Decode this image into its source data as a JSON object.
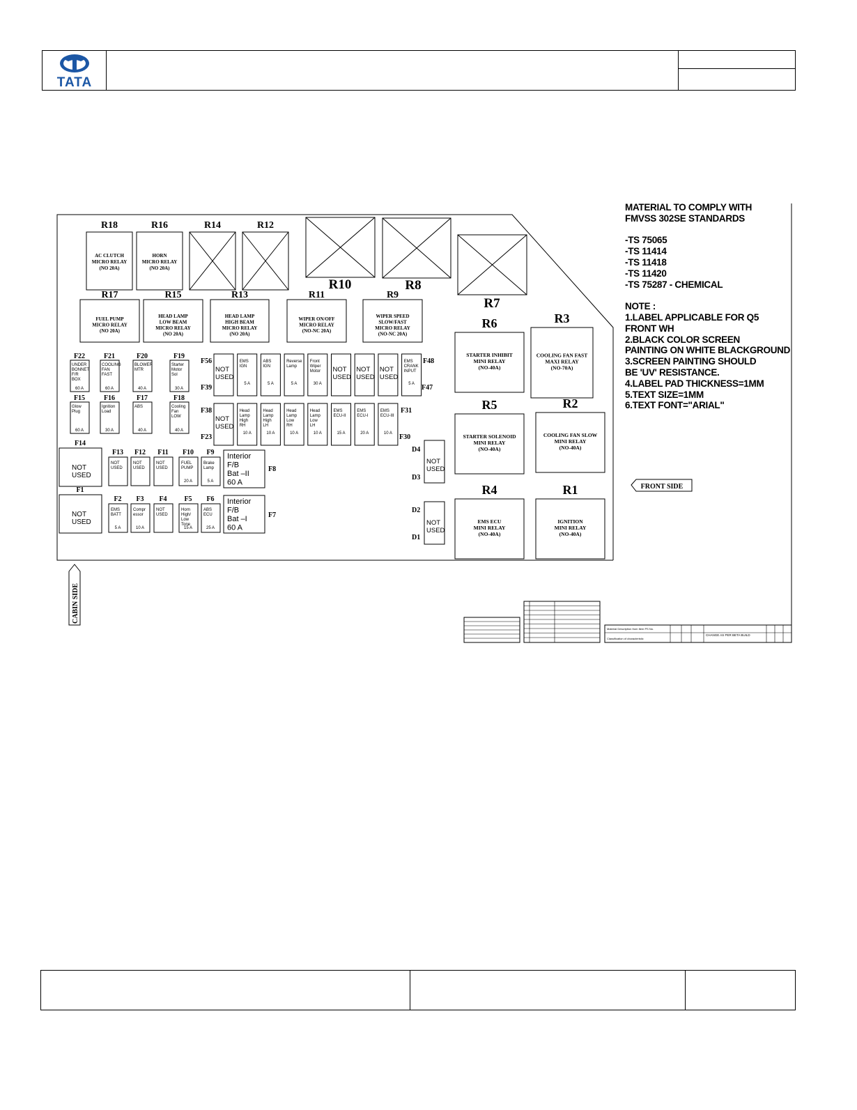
{
  "header": {
    "logo_text": "TATA"
  },
  "relays_top": [
    {
      "id": "R18",
      "label": [
        "AC CLUTCH",
        "MICRO RELAY",
        "(NO 20A)"
      ]
    },
    {
      "id": "R16",
      "label": [
        "HORN",
        "MICRO RELAY",
        "(NO 20A)"
      ]
    },
    {
      "id": "R14",
      "label": []
    },
    {
      "id": "R12",
      "label": []
    }
  ],
  "relays_big_empty": [
    "R10",
    "R8",
    "R7"
  ],
  "relays_row2": [
    {
      "id": "R17",
      "label": [
        "FUEL PUMP",
        "MICRO RELAY",
        "(NO 20A)"
      ]
    },
    {
      "id": "R15",
      "label": [
        "HEAD LAMP",
        "LOW BEAM",
        "MICRO RELAY",
        "(NO 20A)"
      ]
    },
    {
      "id": "R13",
      "label": [
        "HEAD LAMP",
        "HIGH BEAM",
        "MICRO RELAY",
        "(NO 20A)"
      ]
    },
    {
      "id": "R11",
      "label": [
        "WIPER ON/OFF",
        "MICRO RELAY",
        "(NO-NC 20A)"
      ]
    },
    {
      "id": "R9",
      "label": [
        "WIPER SPEED",
        "SLOW/FAST",
        "MICRO RELAY",
        "(NO-NC 20A)"
      ]
    }
  ],
  "relays_right": [
    {
      "id": "R6",
      "label": [
        "STARTER INHIBIT",
        "MINI RELAY",
        "(NO-40A)"
      ]
    },
    {
      "id": "R3",
      "label": [
        "COOLING FAN FAST",
        "MAXI RELAY",
        "(NO-70A)"
      ]
    },
    {
      "id": "R5",
      "label": [
        "STARTER SOLENOID",
        "MINI RELAY",
        "(NO-40A)"
      ]
    },
    {
      "id": "R2",
      "label": [
        "COOLING FAN SLOW",
        "MINI RELAY",
        "(NO-40A)"
      ]
    },
    {
      "id": "R4",
      "label": [
        "EMS ECU",
        "MINI RELAY",
        "(NO-40A)"
      ]
    },
    {
      "id": "R1",
      "label": [
        "IGNITION",
        "MINI RELAY",
        "(NO-40A)"
      ]
    }
  ],
  "fuses_left_row1": [
    {
      "id": "F22",
      "label": [
        "UNDER",
        "BONNET",
        "F/R",
        "BOX"
      ],
      "rating": "60 A"
    },
    {
      "id": "F21",
      "label": [
        "COOLING",
        "FAN",
        "FAST"
      ],
      "rating": "60 A"
    },
    {
      "id": "F20",
      "label": [
        "BLOWER",
        "MTR"
      ],
      "rating": "40 A"
    },
    {
      "id": "F19",
      "label": [
        "Starter",
        "Motor",
        "Sol"
      ],
      "rating": "30 A"
    }
  ],
  "fuses_left_row2": [
    {
      "id": "F15",
      "label": [
        "Glow",
        "Plug"
      ],
      "rating": "60 A"
    },
    {
      "id": "F16",
      "label": [
        "Ignition",
        "Load"
      ],
      "rating": "30 A"
    },
    {
      "id": "F17",
      "label": [
        "ABS"
      ],
      "rating": "40 A"
    },
    {
      "id": "F18",
      "label": [
        "Cooling",
        "Fan",
        "LOW"
      ],
      "rating": "40 A"
    }
  ],
  "fuses_mid_row1": [
    {
      "label": [
        "NOT",
        "USED"
      ],
      "rating": ""
    },
    {
      "label": [
        "EMS",
        "IGN"
      ],
      "rating": "5 A"
    },
    {
      "label": [
        "ABS",
        "IGN"
      ],
      "rating": "5 A"
    },
    {
      "label": [
        "Reverse",
        "Lamp"
      ],
      "rating": "5 A"
    },
    {
      "label": [
        "Front",
        "Wiper",
        "Motor"
      ],
      "rating": "30 A"
    },
    {
      "label": [
        "NOT",
        "USED"
      ],
      "rating": ""
    },
    {
      "label": [
        "NOT",
        "USED"
      ],
      "rating": ""
    },
    {
      "label": [
        "NOT",
        "USED"
      ],
      "rating": ""
    },
    {
      "label": [
        "EMS",
        "CRANK",
        "INPUT"
      ],
      "rating": "5 A"
    }
  ],
  "fuses_mid_row2": [
    {
      "label": [
        "NOT",
        "USED"
      ],
      "rating": ""
    },
    {
      "label": [
        "Head",
        "Lamp",
        "High",
        "RH"
      ],
      "rating": "10 A"
    },
    {
      "label": [
        "Head",
        "Lamp",
        "High",
        "LH"
      ],
      "rating": "10 A"
    },
    {
      "label": [
        "Head",
        "Lamp",
        "Low",
        "RH"
      ],
      "rating": "10 A"
    },
    {
      "label": [
        "Head",
        "Lamp",
        "Low",
        "LH"
      ],
      "rating": "10 A"
    },
    {
      "label": [
        "EMS",
        "ECU-II"
      ],
      "rating": "15 A"
    },
    {
      "label": [
        "EMS",
        "ECU-I"
      ],
      "rating": "20 A"
    },
    {
      "label": [
        "EMS",
        "ECU-III"
      ],
      "rating": "10 A"
    }
  ],
  "fuse_range_labels": {
    "r1_left": "F56",
    "r1_left_bottom": "F39",
    "r1_right": "F48",
    "r1_right_bottom": "F47",
    "r2_left": "F38",
    "r2_left_bottom": "F23",
    "r2_right": "F31",
    "r2_right_bottom": "F30"
  },
  "fuses_bottom_row1": [
    {
      "id": "F14",
      "label": [
        "NOT",
        "USED"
      ],
      "rating": ""
    },
    {
      "id": "F13",
      "label": [
        "NOT",
        "USED"
      ],
      "rating": ""
    },
    {
      "id": "F12",
      "label": [
        "NOT",
        "USED"
      ],
      "rating": ""
    },
    {
      "id": "F11",
      "label": [
        "NOT",
        "USED"
      ],
      "rating": ""
    },
    {
      "id": "F10",
      "label": [
        "FUEL",
        "PUMP"
      ],
      "rating": "20 A"
    },
    {
      "id": "F9",
      "label": [
        "Brake",
        "Lamp"
      ],
      "rating": "5 A"
    }
  ],
  "fuses_bottom_row2": [
    {
      "id": "F1",
      "label": [
        "NOT",
        "USED"
      ],
      "rating": ""
    },
    {
      "id": "F2",
      "label": [
        "EMS",
        "BATT"
      ],
      "rating": "5 A"
    },
    {
      "id": "F3",
      "label": [
        "Compr",
        "essor"
      ],
      "rating": "10 A"
    },
    {
      "id": "F4",
      "label": [
        "NOT",
        "USED"
      ],
      "rating": ""
    },
    {
      "id": "F5",
      "label": [
        "Horn",
        "High/",
        "Low",
        "Tone"
      ],
      "rating": "15 A"
    },
    {
      "id": "F6",
      "label": [
        "ABS",
        "ECU"
      ],
      "rating": "25 A"
    }
  ],
  "interior_fuses": [
    {
      "id": "F8",
      "label": [
        "Interior",
        "F/B",
        "Bat  –II",
        "60  A"
      ]
    },
    {
      "id": "F7",
      "label": [
        "Interior",
        "F/B",
        "Bat  –I",
        "60  A"
      ]
    }
  ],
  "diodes": [
    {
      "top": "D4",
      "bottom": "D3",
      "label": [
        "NOT",
        "USED"
      ]
    },
    {
      "top": "D2",
      "bottom": "D1",
      "label": [
        "NOT",
        "USED"
      ]
    }
  ],
  "front_side": "FRONT  SIDE",
  "cabin_side": "CABIN  SIDE",
  "notes": [
    "MATERIAL TO COMPLY WITH",
    "FMVSS 302SE STANDARDS",
    "",
    "-TS 75065",
    "-TS 11414",
    "-TS 11418",
    "-TS 11420",
    "-TS 75287 - CHEMICAL",
    "",
    "NOTE :",
    "1.LABEL APPLICABLE FOR Q5",
    "FRONT WH",
    "2.BLACK COLOR SCREEN",
    "PAINTING ON WHITE BLACKGROUND",
    "3.SCREEN PAINTING SHOULD",
    " BE 'UV' RESISTANCE.",
    "4.LABEL PAD THICKNESS=1MM",
    "5.TEXT SIZE=1MM",
    "6.TEXT FONT=\"ARIAL\""
  ],
  "title_block": {
    "material_desc": "Material Description from Item PS No.",
    "classification": "Classification of characteristic",
    "change_note": "CHANGE AS PER BETA BUILD"
  }
}
